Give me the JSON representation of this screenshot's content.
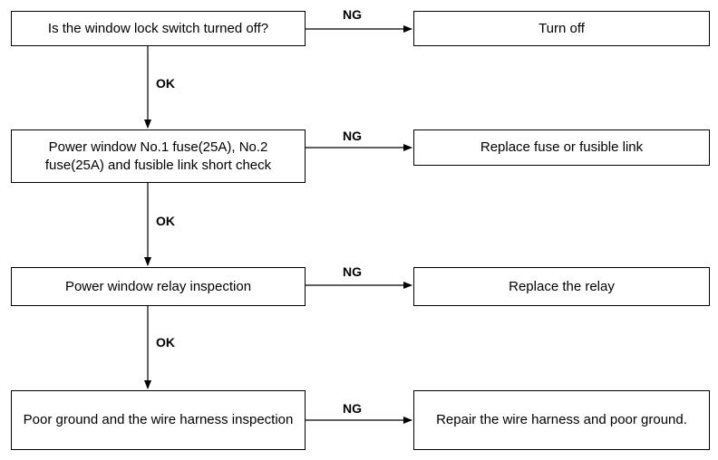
{
  "steps": [
    {
      "check": "Is the window lock switch turned off?",
      "ng_label": "NG",
      "action": "Turn off"
    },
    {
      "check": "Power window No.1 fuse(25A), No.2 fuse(25A) and fusible link short check",
      "ng_label": "NG",
      "action": "Replace fuse or fusible link"
    },
    {
      "check": "Power window relay inspection",
      "ng_label": "NG",
      "action": "Replace the relay"
    },
    {
      "check": "Poor ground and the wire harness inspection",
      "ng_label": "NG",
      "action": "Repair the wire harness and poor ground."
    }
  ],
  "ok_labels": [
    "OK",
    "OK",
    "OK"
  ]
}
